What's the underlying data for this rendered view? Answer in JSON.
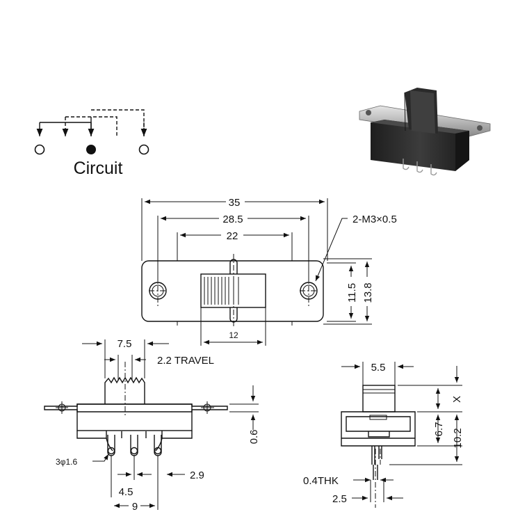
{
  "circuit": {
    "label": "Circuit"
  },
  "top_view": {
    "dim_overall": "35",
    "dim_holes": "28.5",
    "dim_inner": "22",
    "screw_note": "2-M3×0.5",
    "dim_h1": "11.5",
    "dim_h2": "13.8",
    "dim_slot": "12"
  },
  "front_view": {
    "dim_actuator": "7.5",
    "travel": "2.2 TRAVEL",
    "plate": "0.6",
    "pins_note": "3φ1.6",
    "pitch": "4.5",
    "pin_span": "9",
    "pin_width": "2.9"
  },
  "side_view": {
    "dim_knob": "5.5",
    "dim_x": "X",
    "dim_body": "6.7",
    "dim_total": "10.2",
    "thickness": "0.4THK",
    "pin_offset": "2.5"
  },
  "colors": {
    "line": "#111111",
    "photo_body": "#2e2e2e",
    "photo_plate": "#bfbfbf"
  }
}
